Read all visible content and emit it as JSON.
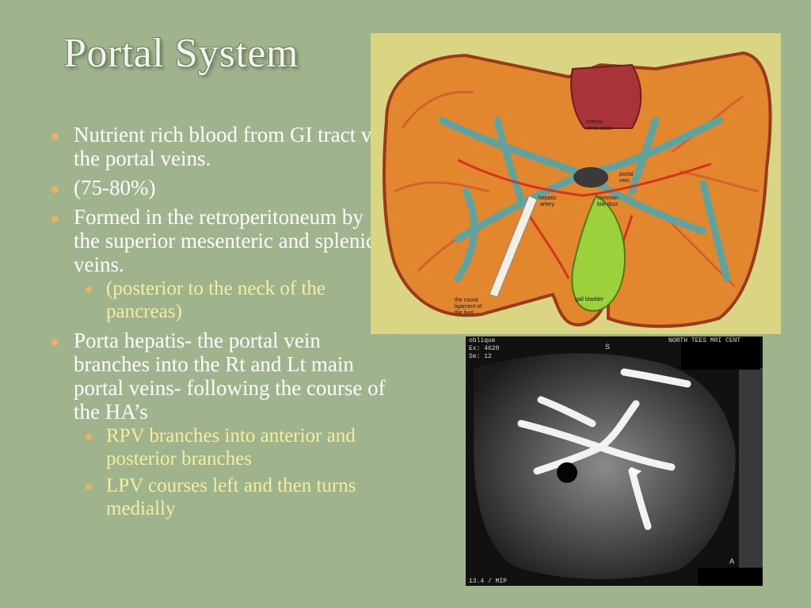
{
  "slide": {
    "title": "Portal System",
    "bullets": [
      "Nutrient rich blood from GI tract  via the portal veins.",
      "(75-80%)",
      "Formed in the retroperitoneum by the superior mesenteric and splenic veins.",
      "Porta hepatis- the portal vein branches into the Rt and Lt main portal veins- following the course of the HA’s"
    ],
    "sub_bullets": {
      "formed": [
        "(posterior to the neck of the pancreas)"
      ],
      "porta": [
        "RPV branches into anterior and posterior branches",
        "LPV courses left and then turns medially"
      ]
    }
  },
  "liver_image": {
    "labels": {
      "ivc_1": "inferior",
      "ivc_2": "vena cava",
      "portal_1": "portal",
      "portal_2": "vein",
      "hepatic_1": "hepatic",
      "hepatic_2": "artery",
      "cbd_1": "common",
      "cbd_2": "bile duct",
      "round_1": "the round",
      "round_2": "ligament of",
      "round_3": "the liver",
      "gall": "gall bladder"
    }
  },
  "mri_image": {
    "top_left_1": "oblique",
    "top_left_2": "Ex: 4620",
    "top_left_3": "Se: 12",
    "top_right": "NORTH TEES MRI CENT",
    "marker_s": "S",
    "marker_a": "A",
    "bottom_left": "13.4 / MIP"
  },
  "colors": {
    "background": "#9fb48c",
    "bullet": "#e9b265",
    "sub_text": "#f4ee9e",
    "liver_panel_bg": "#d9d583"
  }
}
